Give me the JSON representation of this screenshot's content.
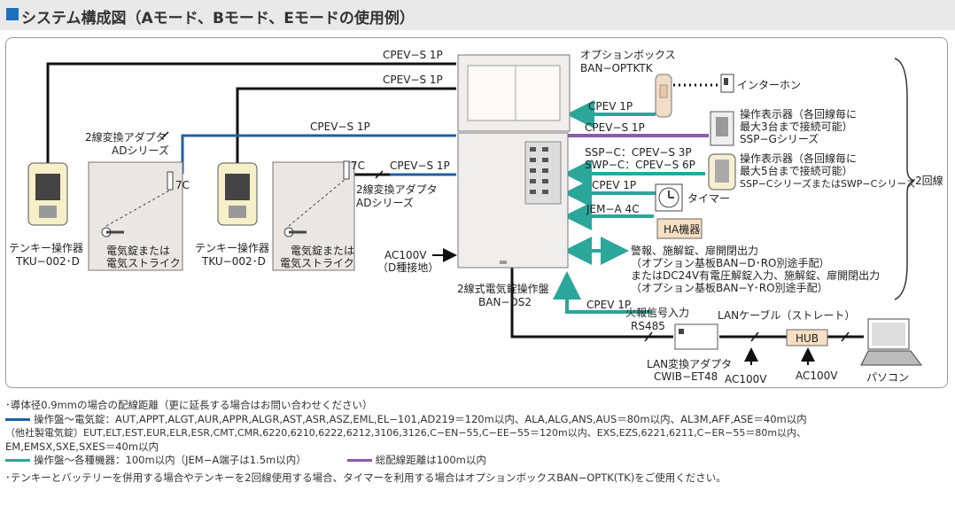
{
  "title": "システム構成図（Aモード、Bモード、Eモードの使用例）",
  "colors": {
    "cable_black": "#111111",
    "cable_blue": "#1f5fa6",
    "cable_teal": "#2aa69a",
    "cable_purple": "#8a5aa8",
    "title_square": "#1f6fc1"
  },
  "cables": {
    "top1": "CPEV−S 1P",
    "top2": "CPEV−S 1P",
    "blue_left": "CPEV−S 1P",
    "right_in": "CPEV−S 1P",
    "opt_teal": "CPEV 1P",
    "opt_purple": "CPEV−S 1P",
    "ssp_c": "SSP−C：CPEV−S 3P",
    "swp_c": "SWP−C：CPEV−S 6P",
    "timer": "CPEV 1P",
    "jem": "JEM−A  4C",
    "fire": "CPEV 1P",
    "rs485": "RS485",
    "lan": "LANケーブル（ストレート）",
    "seven_c_left": "7C",
    "seven_c_right": "7C"
  },
  "devices": {
    "option_box": [
      "オプションボックス",
      "BAN−OPTKTK"
    ],
    "intercom": "インターホン",
    "display_g": [
      "操作表示器（各回線毎に",
      "最大3台まで接続可能）",
      "SSP−Gシリーズ"
    ],
    "display_c": [
      "操作表示器（各回線毎に",
      "最大5台まで接続可能）",
      "SSP−CシリーズまたはSWP−Cシリーズ"
    ],
    "timer": "タイマー",
    "ha": "HA機器",
    "alarm": [
      "警報、施解錠、扉開閉出力",
      "（オプション基板BAN−D･RO別途手配）",
      "またはDC24V有電圧解錠入力、施解錠、扉開閉出力",
      "（オプション基板BAN−Y･RO別途手配）"
    ],
    "two_circuits": "2回線",
    "adapter_left": [
      "2線変換アダプタ",
      "ADシリーズ"
    ],
    "adapter_right": [
      "2線変換アダプタ",
      "ADシリーズ"
    ],
    "keypad_left": [
      "テンキー操作器",
      "TKU−002･D"
    ],
    "keypad_right": [
      "テンキー操作器",
      "TKU−002･D"
    ],
    "lock_left": [
      "電気錠または",
      "電気ストライク"
    ],
    "lock_right": [
      "電気錠または",
      "電気ストライク"
    ],
    "ac_main": [
      "AC100V",
      "（D種接地）"
    ],
    "main_panel": [
      "2線式電気錠操作盤",
      "BAN−DS2"
    ],
    "fire_signal": "火報信号入力",
    "lan_adapter": [
      "LAN変換アダプタ",
      "CWIB−ET48"
    ],
    "ac_adapter": "AC100V",
    "ac_hub": "AC100V",
    "hub": "HUB",
    "pc": "パソコン"
  },
  "notes": {
    "line1": "･導体径0.9mmの場合の配線距離（更に延長する場合はお問い合わせください）",
    "line2": "操作盤〜電気錠：AUT,APPT,ALGT,AUR,APPR,ALGR,AST,ASR,ASZ,EML,EL−101,AD219＝120m以内、ALA,ALG,ANS,AUS＝80m以内、AL3M,AFF,ASE＝40m以内",
    "line3": "（他社製電気錠）EUT,ELT,EST,EUR,ELR,ESR,CMT,CMR,6220,6210,6222,6212,3106,3126,C−EN−55,C−EE−55＝120m以内、EXS,EZS,6221,6211,C−ER−55＝80m以内、",
    "line4": "EM,EMSX,SXE,SXES＝40m以内",
    "line5a": "操作盤〜各種機器：100m以内（JEM−A端子は1.5m以内）",
    "line5b": "総配線距離は100m以内",
    "line6": "･テンキーとバッテリーを併用する場合やテンキーを2回線使用する場合、タイマーを利用する場合はオプションボックスBAN−OPTK(TK)をご使用ください。"
  }
}
